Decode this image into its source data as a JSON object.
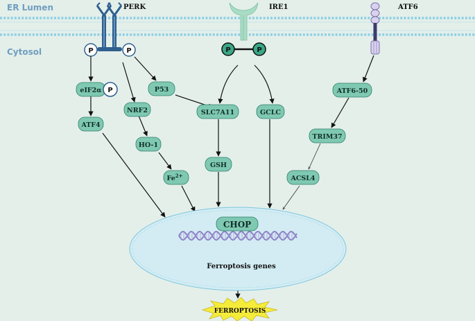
{
  "regions": {
    "lumen": "ER Lumen",
    "cytosol": "Cytosol"
  },
  "receptors": {
    "perk": "PERK",
    "ire1": "IRE1",
    "atf6": "ATF6"
  },
  "phospho": "P",
  "nodes": {
    "eif2a": "eIF2α",
    "atf4": "ATF4",
    "nrf2": "NRF2",
    "ho1": "HO-1",
    "fe_base": "Fe",
    "fe_charge": "2+",
    "p53": "P53",
    "slc7a11": "SLC7A11",
    "gsh": "GSH",
    "gclc": "GCLC",
    "atf650": "ATF6-50",
    "trim37": "TRIM37",
    "acsl4": "ACSL4"
  },
  "nucleus": {
    "chop": "CHOP",
    "genes": "Ferroptosis genes",
    "outcome": "FERROPTOSIS"
  },
  "colors": {
    "node_fill": "#7fc8b1",
    "node_stroke": "#2f7f69",
    "perk_blue": "#2f5f8f",
    "ire1_green": "#a9dcc4",
    "atf6_purple": "#d9d2ef",
    "membrane": "#8ccfe4",
    "nucleus_fill": "#d3ecf3",
    "dna_purple": "#8a7fc4",
    "burst_yellow": "#f5ec3a"
  }
}
